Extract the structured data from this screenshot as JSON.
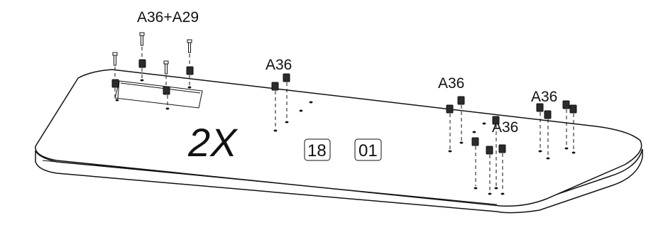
{
  "labels": {
    "group1": "A36+A29",
    "group2": "A36",
    "group3": "A36",
    "group4": "A36",
    "group5": "A36"
  },
  "quantity": "2X",
  "boxes": {
    "left": "18",
    "right": "01"
  }
}
